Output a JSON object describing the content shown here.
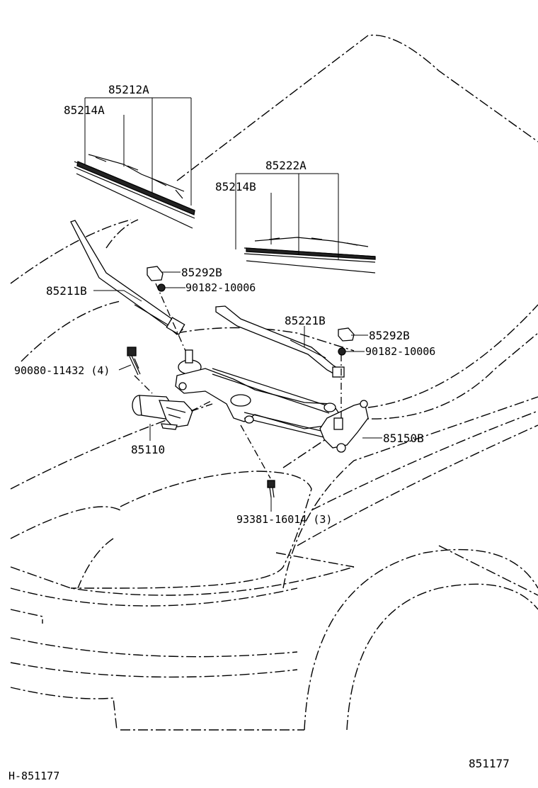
{
  "diagram": {
    "labels": {
      "blade_assy_front": "85212A",
      "refill_front": "85214A",
      "blade_assy_rear": "85222A",
      "refill_rear": "85214B",
      "cap_front": "85292B",
      "nut_front": "90182-10006",
      "arm_front": "85211B",
      "bolt_motor": "90080-11432 (4)",
      "arm_rear": "85221B",
      "cap_rear": "85292B",
      "nut_rear": "90182-10006",
      "link_assy": "85150B",
      "motor": "85110",
      "bolt_link": "93381-16014 (3)"
    },
    "footer": {
      "left_code": "H-851177",
      "right_code": "851177"
    }
  }
}
